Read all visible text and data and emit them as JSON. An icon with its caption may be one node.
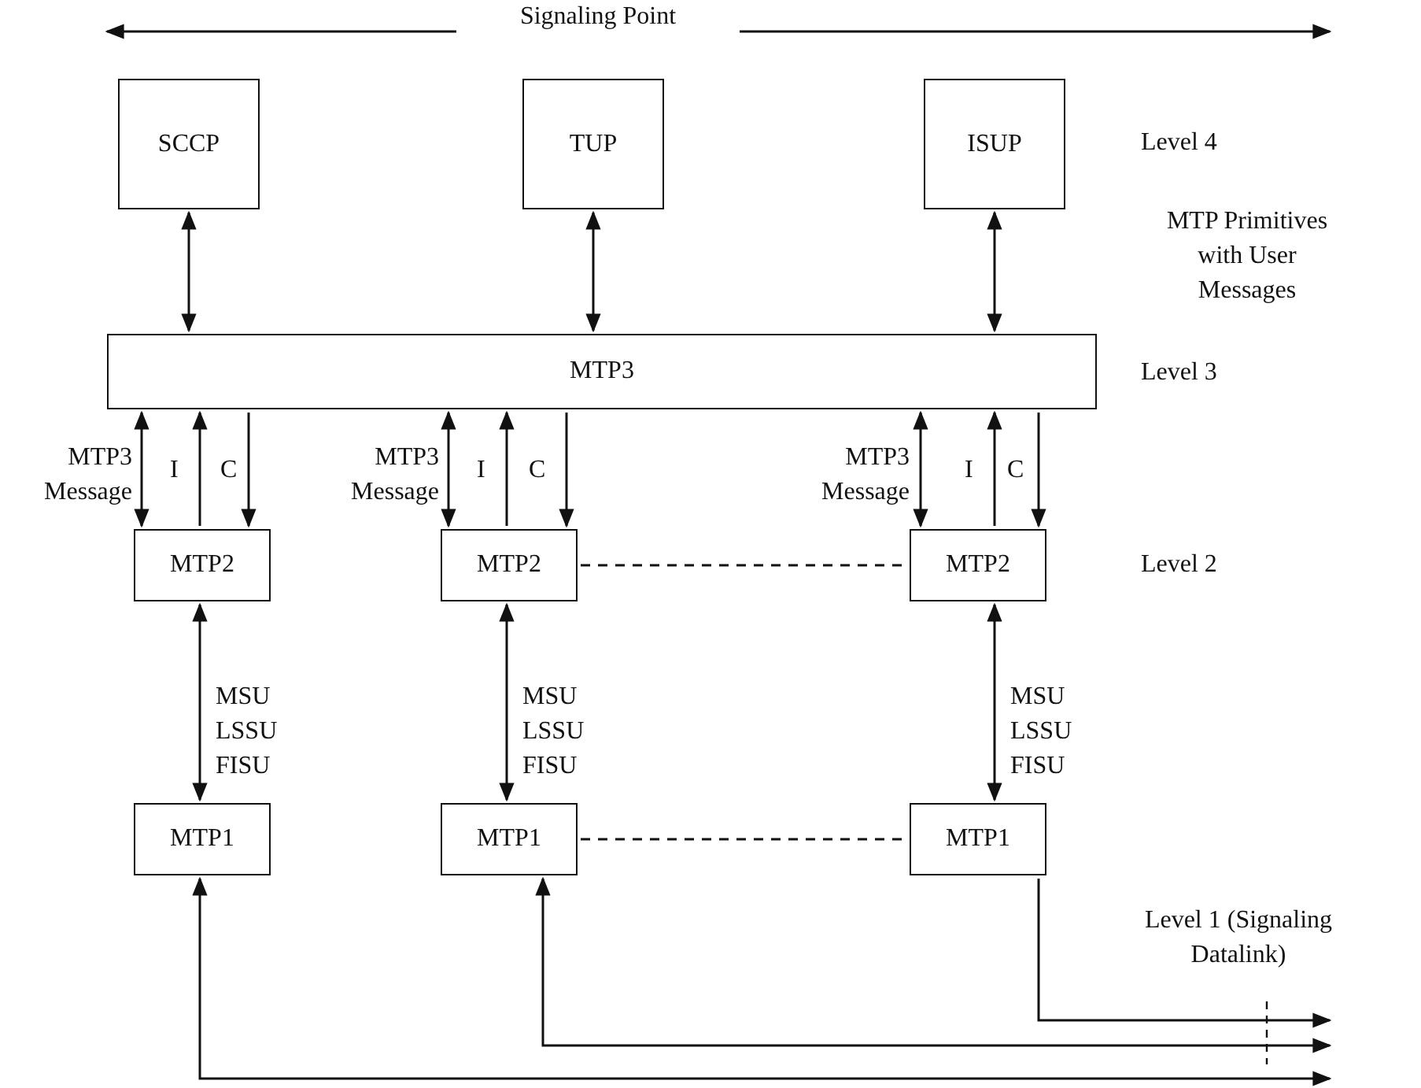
{
  "diagram": {
    "nodes": [
      {
        "text": [
          "SCCP"
        ]
      },
      {
        "text": [
          "TUP"
        ]
      },
      {
        "text": [
          "ISUP"
        ]
      },
      {
        "text": [
          "MTP3"
        ]
      },
      {
        "text": [
          "MTP2"
        ]
      },
      {
        "text": [
          "MTP2"
        ]
      },
      {
        "text": [
          "MTP2"
        ]
      },
      {
        "text": [
          "MTP1"
        ]
      },
      {
        "text": [
          "MTP1"
        ]
      },
      {
        "text": [
          "MTP1"
        ]
      }
    ],
    "edges": [
      {
        "from": 0,
        "to": 3,
        "arrow": "both"
      },
      {
        "from": 1,
        "to": 3,
        "arrow": "both"
      },
      {
        "from": 2,
        "to": 3,
        "arrow": "both"
      },
      {
        "from": 3,
        "to": 4,
        "arrow": "both",
        "label": "MTP3 Message"
      },
      {
        "from": 4,
        "to": 3,
        "arrow": "to",
        "label": "I"
      },
      {
        "from": 3,
        "to": 4,
        "arrow": "to",
        "label": "C"
      },
      {
        "from": 3,
        "to": 5,
        "arrow": "both",
        "label": "MTP3 Message"
      },
      {
        "from": 5,
        "to": 3,
        "arrow": "to",
        "label": "I"
      },
      {
        "from": 3,
        "to": 5,
        "arrow": "to",
        "label": "C"
      },
      {
        "from": 3,
        "to": 6,
        "arrow": "both",
        "label": "MTP3 Message"
      },
      {
        "from": 6,
        "to": 3,
        "arrow": "to",
        "label": "I"
      },
      {
        "from": 3,
        "to": 6,
        "arrow": "to",
        "label": "C"
      },
      {
        "from": 5,
        "to": 6,
        "arrow": "none",
        "style": "dashed"
      },
      {
        "from": 4,
        "to": 7,
        "arrow": "both",
        "label": "MSU LSSU FISU"
      },
      {
        "from": 5,
        "to": 8,
        "arrow": "both",
        "label": "MSU LSSU FISU"
      },
      {
        "from": 6,
        "to": 9,
        "arrow": "both",
        "label": "MSU LSSU FISU"
      },
      {
        "from": 8,
        "to": 9,
        "arrow": "none",
        "style": "dashed"
      },
      {
        "from": 7,
        "to": null,
        "arrow": "both"
      },
      {
        "from": 8,
        "to": null,
        "arrow": "both"
      },
      {
        "from": 9,
        "to": null,
        "arrow": "to"
      }
    ],
    "labels": [
      "Signaling Point",
      "Level 4",
      "MTP Primitives with User Messages",
      "Level 3",
      "Level 2",
      "Level 1 (Signaling Datalink)"
    ]
  }
}
